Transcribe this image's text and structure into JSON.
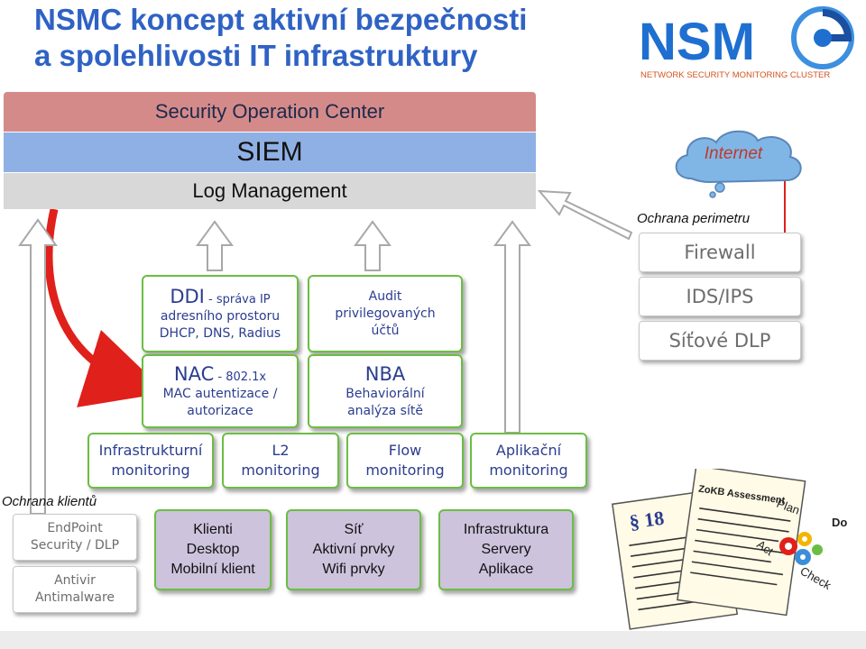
{
  "title": {
    "line1": "NSMC koncept aktivní bezpečnosti",
    "line2": "a spolehlivosti IT infrastruktury"
  },
  "logo": {
    "text": "NSM",
    "subtitle": "NETWORK SECURITY MONITORING CLUSTER"
  },
  "layers": {
    "soc": "Security Operation Center",
    "siem": "SIEM",
    "log_management": "Log Management"
  },
  "internet": "Internet",
  "perimeter": {
    "label": "Ochrana perimetru",
    "items": [
      "Firewall",
      "IDS/IPS",
      "Síťové DLP"
    ]
  },
  "ddi": {
    "heading": "DDI",
    "heading_suffix": " - správa IP",
    "line2": "adresního prostoru",
    "line3": "DHCP, DNS, Radius"
  },
  "nac": {
    "heading": "NAC",
    "heading_suffix": " - 802.1x",
    "line2": "MAC autentizace /",
    "line3": "autorizace"
  },
  "audit": {
    "line1": "Audit",
    "line2": "privilegovaných",
    "line3": "účtů"
  },
  "nba": {
    "heading": "NBA",
    "line2": "Behaviorální",
    "line3": "analýza sítě"
  },
  "monitoring": [
    {
      "line1": "Infrastrukturní",
      "line2": "monitoring"
    },
    {
      "line1": "L2",
      "line2": "monitoring"
    },
    {
      "line1": "Flow",
      "line2": "monitoring"
    },
    {
      "line1": "Aplikační",
      "line2": "monitoring"
    }
  ],
  "clients": {
    "label": "Ochrana klientů",
    "items": [
      {
        "line1": "EndPoint",
        "line2": "Security / DLP"
      },
      {
        "line1": "Antivir",
        "line2": "Antimalware"
      }
    ]
  },
  "sources": [
    {
      "line1": "Klienti",
      "line2": "Desktop",
      "line3": "Mobilní klient"
    },
    {
      "line1": "Síť",
      "line2": "Aktivní prvky",
      "line3": "Wifi prvky"
    },
    {
      "line1": "Infrastruktura",
      "line2": "Servery",
      "line3": "Aplikace"
    }
  ],
  "documents": {
    "paragraph": "§ 18",
    "zokb": "ZoKB Assessment",
    "pdca": [
      "Plan",
      "Do",
      "Check",
      "Act"
    ]
  },
  "colors": {
    "title_blue": "#2f62c4",
    "soc_red": "#d58a8a",
    "siem_blue": "#8fb0e4",
    "log_gray": "#d8d8d8",
    "box_border_green": "#6cbd43",
    "box_text_blue": "#2b3d8f",
    "client_box_purple": "#cdc3dd",
    "internet_cloud": "#7fb6e6",
    "red_arrow": "#e0201b"
  }
}
